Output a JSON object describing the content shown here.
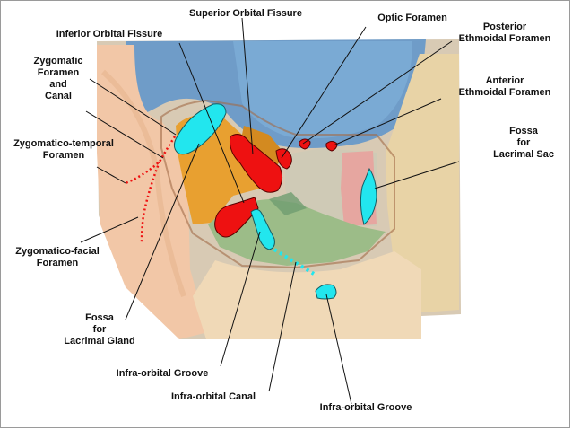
{
  "labels": {
    "superior_orbital_fissure": "Superior Orbital Fissure",
    "optic_foramen": "Optic Foramen",
    "posterior_ethmoidal_foramen": "Posterior\nEthmoidal Foramen",
    "inferior_orbital_fissure": "Inferior Orbital Fissure",
    "zygomatic_foramen_canal": "Zygomatic\nForamen\nand\nCanal",
    "anterior_ethmoidal_foramen": "Anterior\nEthmoidal Foramen",
    "fossa_lacrimal_sac": "Fossa\nfor\nLacrimal Sac",
    "zygomatico_temporal_foramen": "Zygomatico-temporal\nForamen",
    "zygomatico_facial_foramen": "Zygomatico-facial\nForamen",
    "fossa_lacrimal_gland": "Fossa\nfor\nLacrimal Gland",
    "infra_orbital_groove_left": "Infra-orbital Groove",
    "infra_orbital_canal": "Infra-orbital Canal",
    "infra_orbital_groove_bottom": "Infra-orbital Groove"
  },
  "colors": {
    "foramen_red": "#ee1111",
    "groove_cyan": "#22e6ee",
    "frontal_blue": "#6f9cc8",
    "sphenoid_orange": "#e8a030",
    "maxilla_green": "#9cbc88",
    "zygoma_tan": "#f2c7a7",
    "ethmoid_gray": "#cfcab6",
    "lacrimal_pink": "#e6a6a0"
  }
}
